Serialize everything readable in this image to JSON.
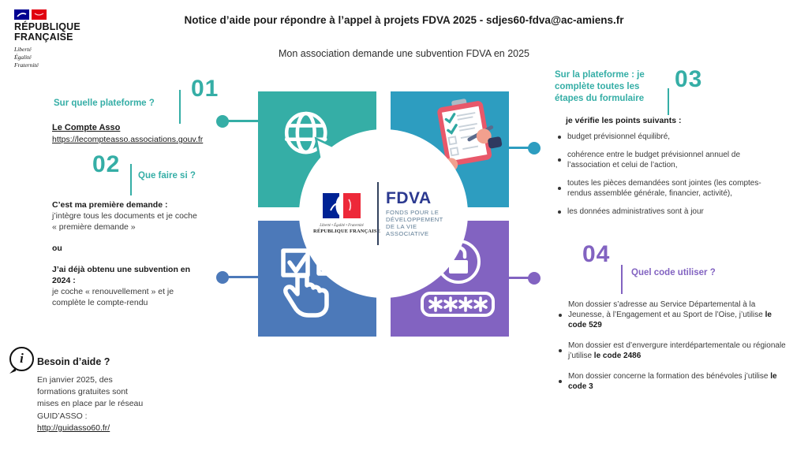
{
  "page": {
    "title": "Notice d’aide pour répondre à l’appel à projets FDVA 2025 - sdjes60-fdva@ac-amiens.fr",
    "subtitle": "Mon association demande une subvention FDVA en 2025"
  },
  "header_logo": {
    "name_line1": "RÉPUBLIQUE",
    "name_line2": "FRANÇAISE",
    "motto_lines": [
      "Liberté",
      "Égalité",
      "Fraternité"
    ]
  },
  "fdva_logo": {
    "motto": "Liberté • Égalité • Fraternité",
    "republique": "RÉPUBLIQUE FRANÇAISE",
    "acronym": "FDVA",
    "sub_line1": "FONDS POUR LE",
    "sub_line2": "DÉVELOPPEMENT",
    "sub_line3": "DE LA VIE",
    "sub_line4": "ASSOCIATIVE"
  },
  "icons": {
    "quadrant_top_left": "globe-cursor-icon",
    "quadrant_top_right": "checklist-clipboard-icon",
    "quadrant_bottom_left": "checkbox-hand-icon",
    "quadrant_bottom_right": "lock-password-icon",
    "help": "info-icon"
  },
  "colors": {
    "teal": "#35aea6",
    "blue_teal": "#2d9dc0",
    "blue": "#4c79b9",
    "purple": "#8263c1"
  },
  "s01": {
    "num": "01",
    "heading": "Sur quelle plateforme ?",
    "platform_name": "Le Compte Asso",
    "platform_url": "https://lecompteasso.associations.gouv.fr"
  },
  "s02": {
    "num": "02",
    "heading": "Que faire si ?",
    "case1_bold": "C’est ma première demande :",
    "case1_text": "j’intègre tous les documents et je coche « première demande »",
    "or_label": "ou",
    "case2_bold": "J’ai déjà obtenu une subvention en 2024 :",
    "case2_text": "je coche « renouvellement » et je complète le compte-rendu"
  },
  "s03": {
    "num": "03",
    "heading": "Sur la plateforme : je complète toutes les étapes du formulaire",
    "intro": "je vérifie les points suivants :",
    "bullets": [
      "budget prévisionnel équilibré,",
      "cohérence entre le budget prévisionnel annuel de l’association et celui de l’action,",
      "toutes les pièces demandées sont jointes (les comptes- rendus assemblée générale, financier, activité),",
      "les données administratives sont à jour"
    ]
  },
  "s04": {
    "num": "04",
    "heading": "Quel code utiliser ?",
    "bullets": [
      {
        "text": "Mon dossier s’adresse au Service Départemental à la Jeunesse, à l’Engagement et au Sport de l’Oise, j’utilise ",
        "bold": "le code 529"
      },
      {
        "text": "Mon dossier est d’envergure interdépartementale ou régionale j’utilise ",
        "bold": "le code 2486"
      },
      {
        "text": "Mon dossier concerne la formation des bénévoles j’utilise ",
        "bold": "le code 3"
      }
    ]
  },
  "help": {
    "heading": "Besoin d’aide ?",
    "text": "En janvier 2025, des formations gratuites sont mises en place par le réseau GUID’ASSO :",
    "link": "http://guidasso60.fr/"
  }
}
